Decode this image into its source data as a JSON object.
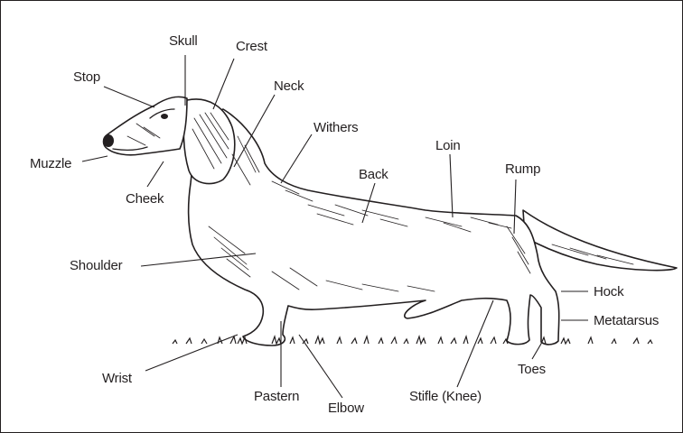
{
  "diagram": {
    "labels": {
      "skull": "Skull",
      "crest": "Crest",
      "stop": "Stop",
      "neck": "Neck",
      "withers": "Withers",
      "muzzle": "Muzzle",
      "loin": "Loin",
      "cheek": "Cheek",
      "back": "Back",
      "rump": "Rump",
      "shoulder": "Shoulder",
      "hock": "Hock",
      "metatarsus": "Metatarsus",
      "wrist": "Wrist",
      "toes": "Toes",
      "pastern": "Pastern",
      "stifle": "Stifle (Knee)",
      "elbow": "Elbow"
    },
    "colors": {
      "ink": "#231f20",
      "background": "#ffffff"
    }
  }
}
